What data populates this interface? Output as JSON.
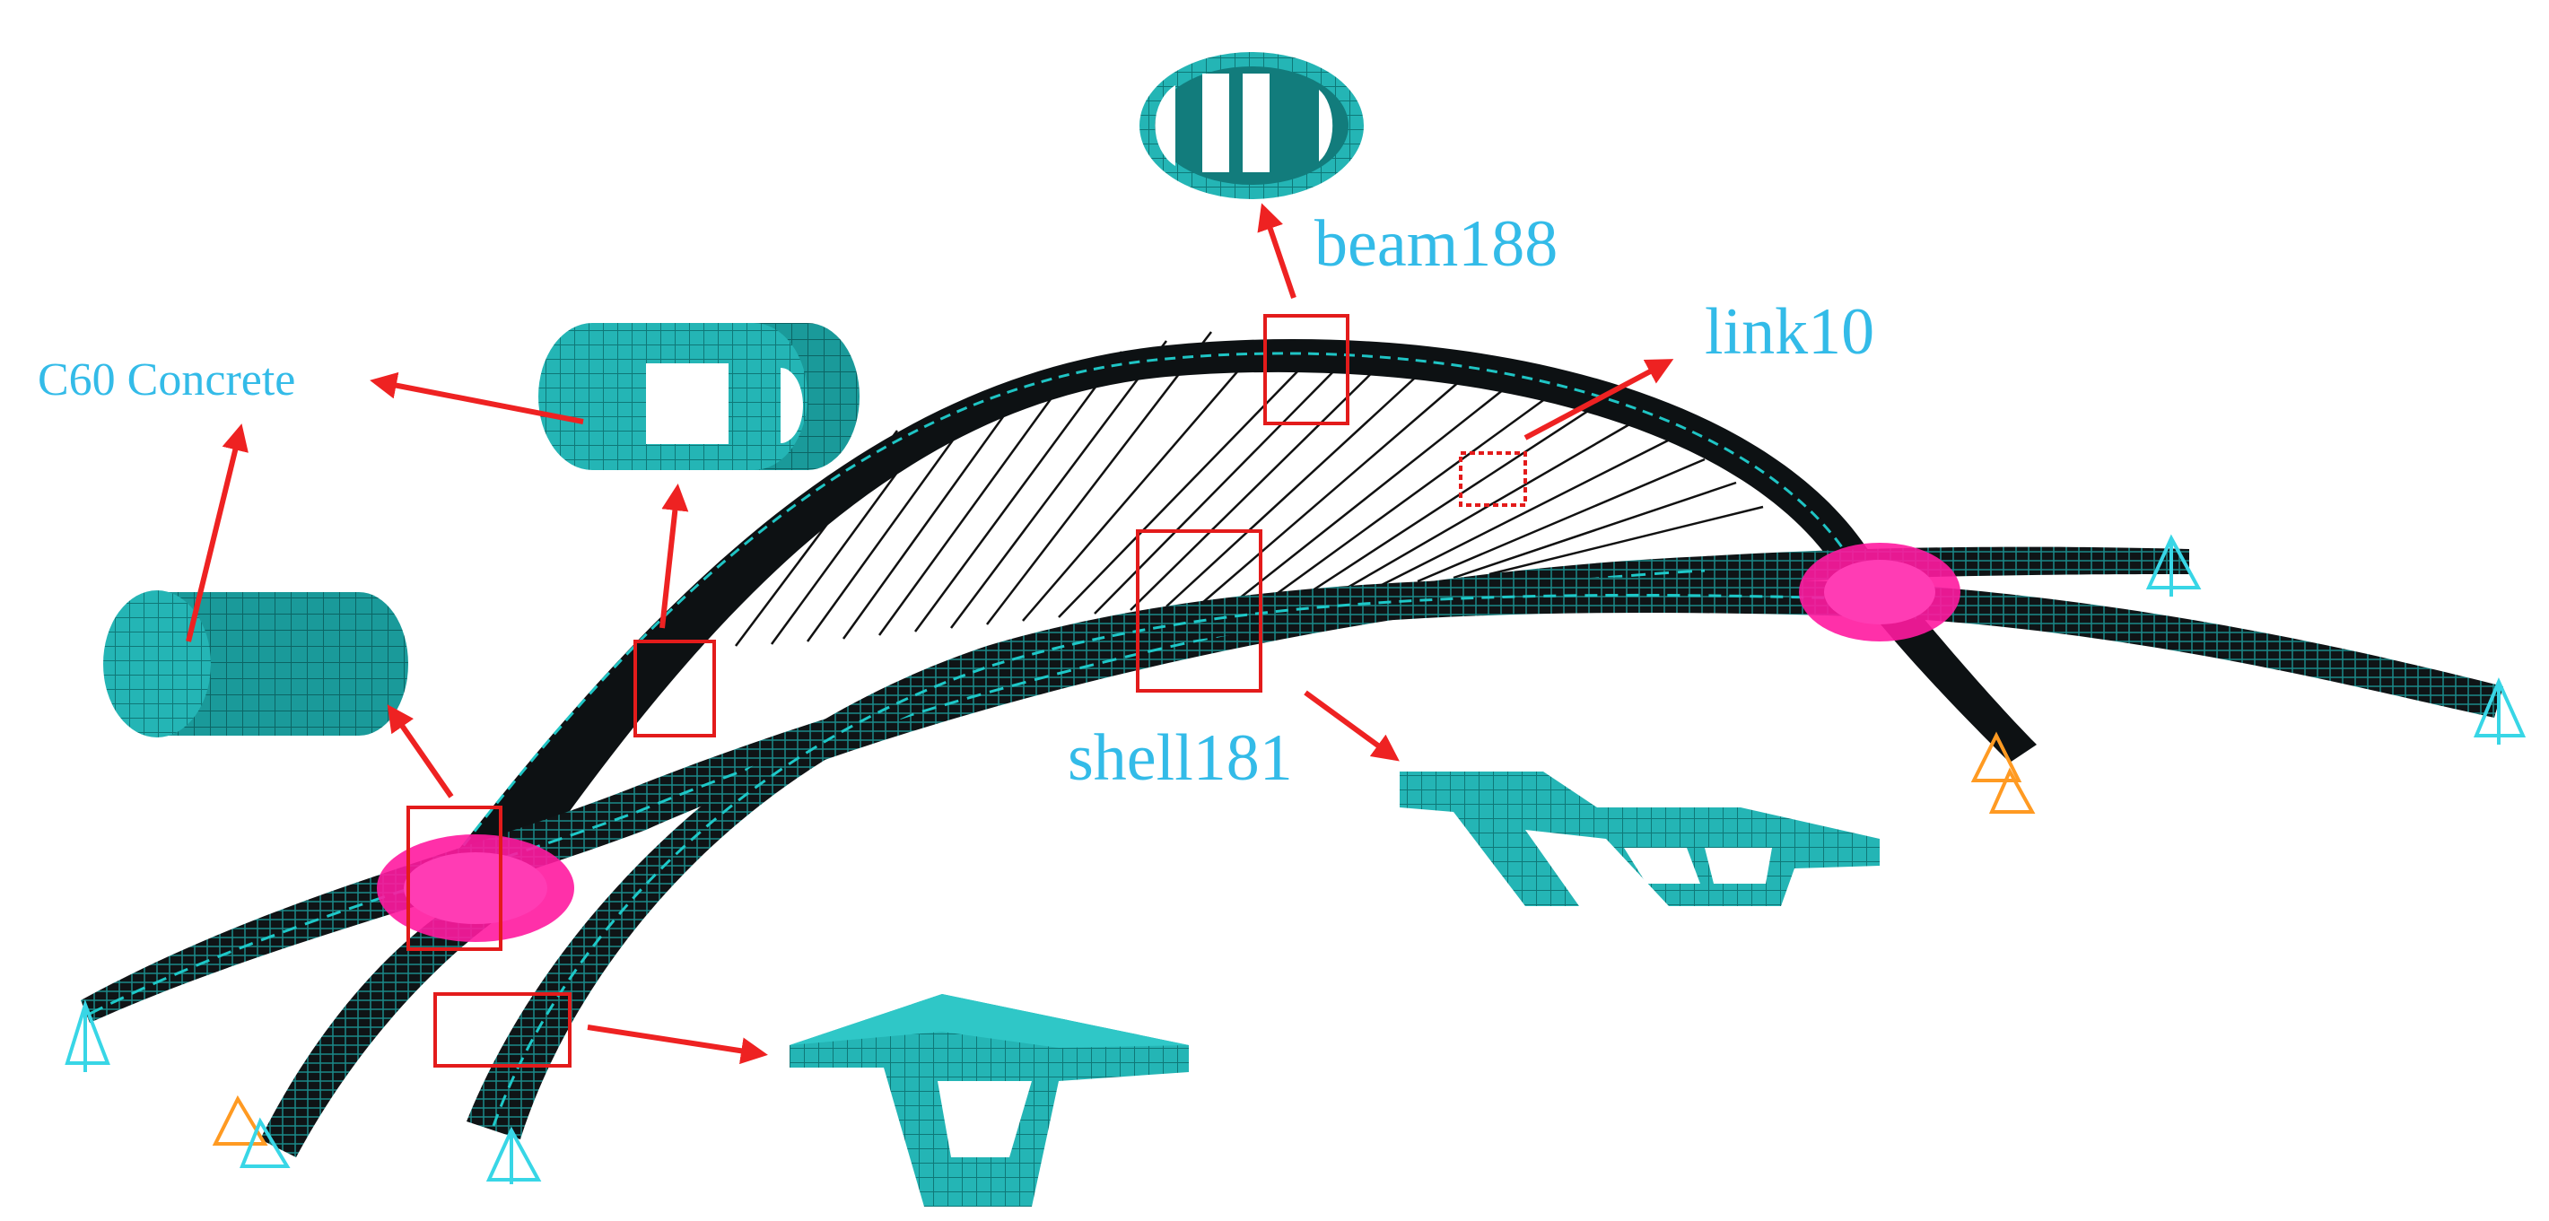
{
  "labels": {
    "beam_element": "beam188",
    "link_element": "link10",
    "shell_element": "shell181",
    "material": "C60 Concrete"
  },
  "colors": {
    "label_text": "#33bbe8",
    "callout": "#ee2222",
    "section_fill": "#22b2b2",
    "section_dark": "#127c7c",
    "mesh_dark": "#101417",
    "mesh_accent": "#1ec8c8",
    "support_magenta": "#ff1aa0",
    "support_cyan": "#38d6e6",
    "support_orange": "#ff9a22"
  },
  "icons": {
    "support": "pin-support-icon",
    "section": "cross-section-icon"
  }
}
